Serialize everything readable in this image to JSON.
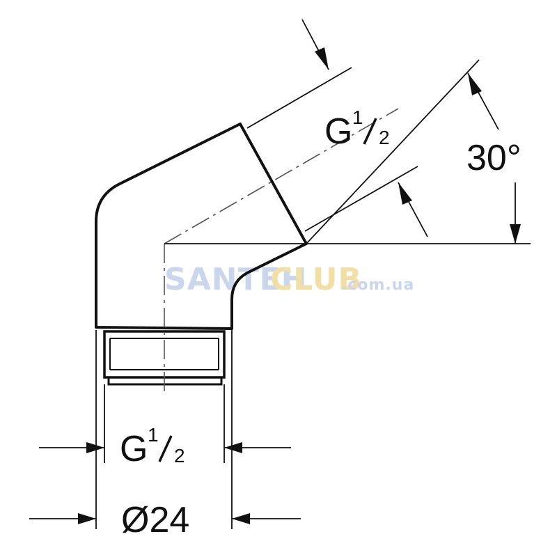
{
  "labels": {
    "thread_angled_g": "G",
    "thread_angled_num": "1",
    "thread_angled_den": "2",
    "angle": "30°",
    "thread_bottom_g": "G",
    "thread_bottom_num": "1",
    "thread_bottom_den": "2",
    "diameter": "Ø24"
  },
  "watermark": {
    "part1": "SANTEH",
    "part2": "CLUB",
    "part3": ".com.ua"
  },
  "colors": {
    "line": "#111111",
    "centerline": "#555555",
    "watermark_blue": "#c9d6ec",
    "watermark_gold": "#f2dfa6"
  }
}
